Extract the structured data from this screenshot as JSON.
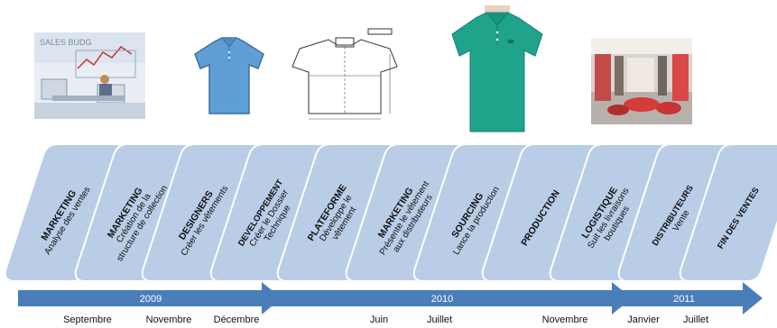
{
  "images": [
    {
      "name": "sales-analysis-illustration",
      "caption": "SALES BUDG"
    },
    {
      "name": "polo-drawing-illustration"
    },
    {
      "name": "technical-sketch-illustration"
    },
    {
      "name": "green-polo-photo"
    },
    {
      "name": "boutique-photo"
    }
  ],
  "steps": [
    {
      "title": "MARKETING",
      "lines": [
        "Analyse des ventes"
      ]
    },
    {
      "title": "MARKETING",
      "lines": [
        "Création de la",
        "structure de collection"
      ]
    },
    {
      "title": "DESIGNERS",
      "lines": [
        "Créer les vêtements"
      ]
    },
    {
      "title": "DEVELOPPEMENT",
      "lines": [
        "Créer le Dossier",
        "Technique"
      ]
    },
    {
      "title": "PLATEFORME",
      "lines": [
        "Développe le",
        "vêtement"
      ]
    },
    {
      "title": "MARKETING",
      "lines": [
        "Présente le vêtement",
        "aux distributeurs"
      ]
    },
    {
      "title": "SOURCING",
      "lines": [
        "Lance la production"
      ]
    },
    {
      "title": "PRODUCTION",
      "lines": []
    },
    {
      "title": "LOGISTIQUE",
      "lines": [
        "Suit les livraisons",
        "boutiques"
      ]
    },
    {
      "title": "DISTRIBUTEURS",
      "lines": [
        "Vente"
      ]
    },
    {
      "title": "FIN DES VENTES",
      "lines": []
    }
  ],
  "years": [
    {
      "label": "2009"
    },
    {
      "label": "2010"
    },
    {
      "label": "2011"
    }
  ],
  "months": [
    "Septembre",
    "Novembre",
    "Décembre",
    "Juin",
    "Juillet",
    "Novembre",
    "Janvier",
    "Juillet"
  ],
  "colors": {
    "chevron": "#b9cde6",
    "chevron_edge": "#a7bfde",
    "arrow": "#4a7ebb",
    "text": "#111111",
    "year_text": "#ffffff"
  }
}
